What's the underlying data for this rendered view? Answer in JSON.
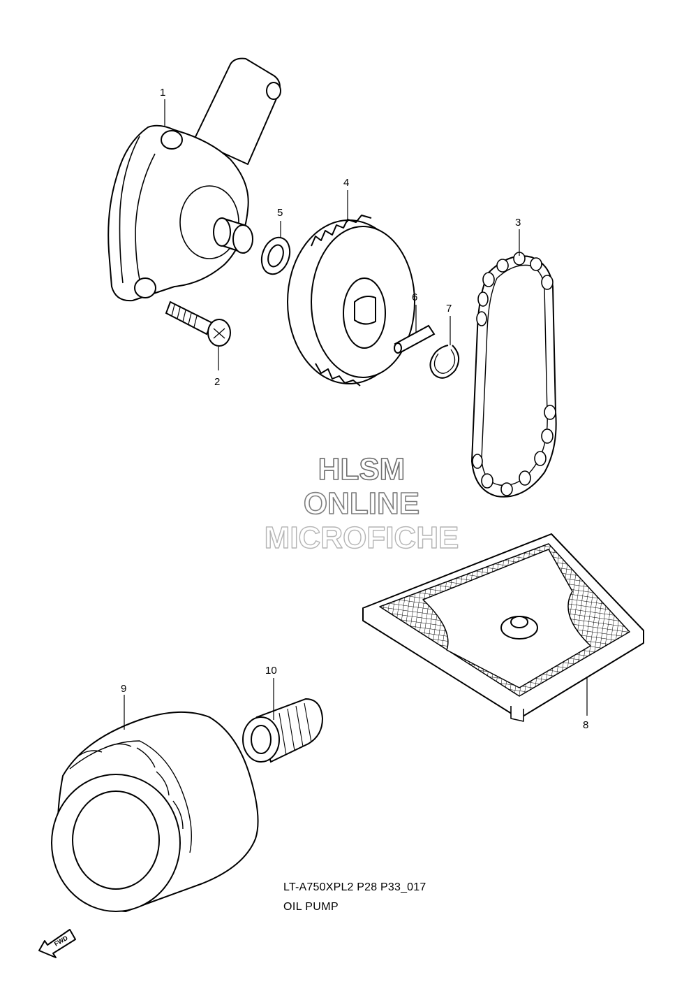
{
  "callouts": {
    "c1": "1",
    "c2": "2",
    "c3": "3",
    "c4": "4",
    "c5": "5",
    "c6": "6",
    "c7": "7",
    "c8": "8",
    "c9": "9",
    "c10": "10"
  },
  "watermark": {
    "line1": "HLSM",
    "line2": "ONLINE",
    "line3": "MICROFICHE"
  },
  "footer": {
    "reference": "LT-A750XPL2 P28 P33_017",
    "caption": "OIL PUMP"
  },
  "fwd_label": "FWD",
  "colors": {
    "line": "#000000",
    "watermark_outline": "#6e6e6e",
    "watermark_outline_light": "#b4b4b4"
  }
}
